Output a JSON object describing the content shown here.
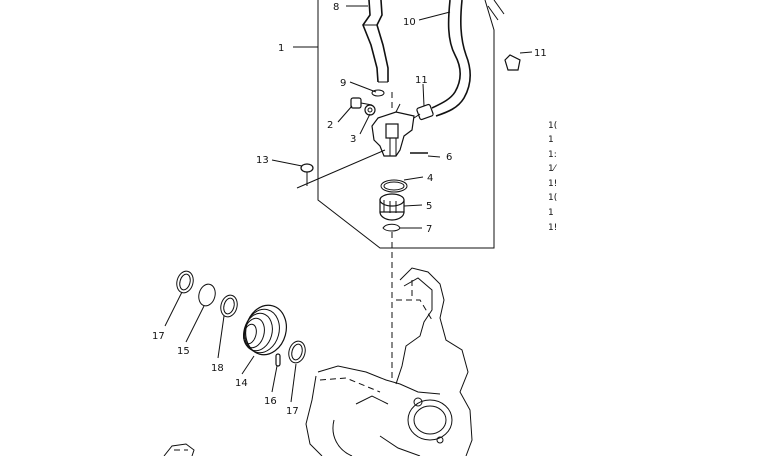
{
  "callouts": {
    "c1": "1",
    "c2": "2",
    "c3": "3",
    "c4": "4",
    "c5": "5",
    "c6": "6",
    "c7": "7",
    "c8": "8",
    "c9": "9",
    "c10": "10",
    "c11a": "11",
    "c11b": "11",
    "c13": "13",
    "c14": "14",
    "c15": "15",
    "c16": "16",
    "c17a": "17",
    "c17b": "17",
    "c18": "18"
  },
  "side_list": [
    "1(",
    "1",
    "1:",
    "1⁄",
    "1!",
    "1(",
    "1",
    "1!"
  ]
}
